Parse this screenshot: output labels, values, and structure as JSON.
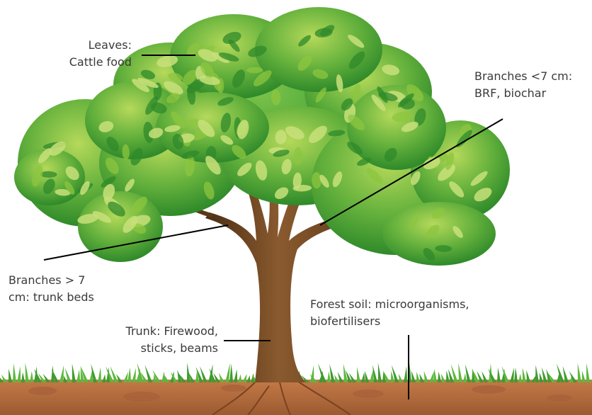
{
  "labels": {
    "leaves": {
      "line1": "Leaves:",
      "line2": "Cattle food"
    },
    "small_branches": {
      "line1": "Branches <7 cm:",
      "line2": "BRF, biochar"
    },
    "big_branches": {
      "line1": "Branches > 7",
      "line2": "cm: trunk beds"
    },
    "trunk": {
      "line1": "Trunk: Firewood,",
      "line2": "sticks, beams"
    },
    "soil": {
      "line1": "Forest soil: microorganisms,",
      "line2": "biofertilisers"
    }
  },
  "colors": {
    "leaf_dark": "#2f8a2a",
    "leaf_mid": "#4aa83a",
    "leaf_light": "#8cc63f",
    "leaf_highlight": "#c8e07a",
    "trunk": "#6b4423",
    "soil": "#b56b3c",
    "grass": "#3f9b2f",
    "line": "#000000"
  }
}
